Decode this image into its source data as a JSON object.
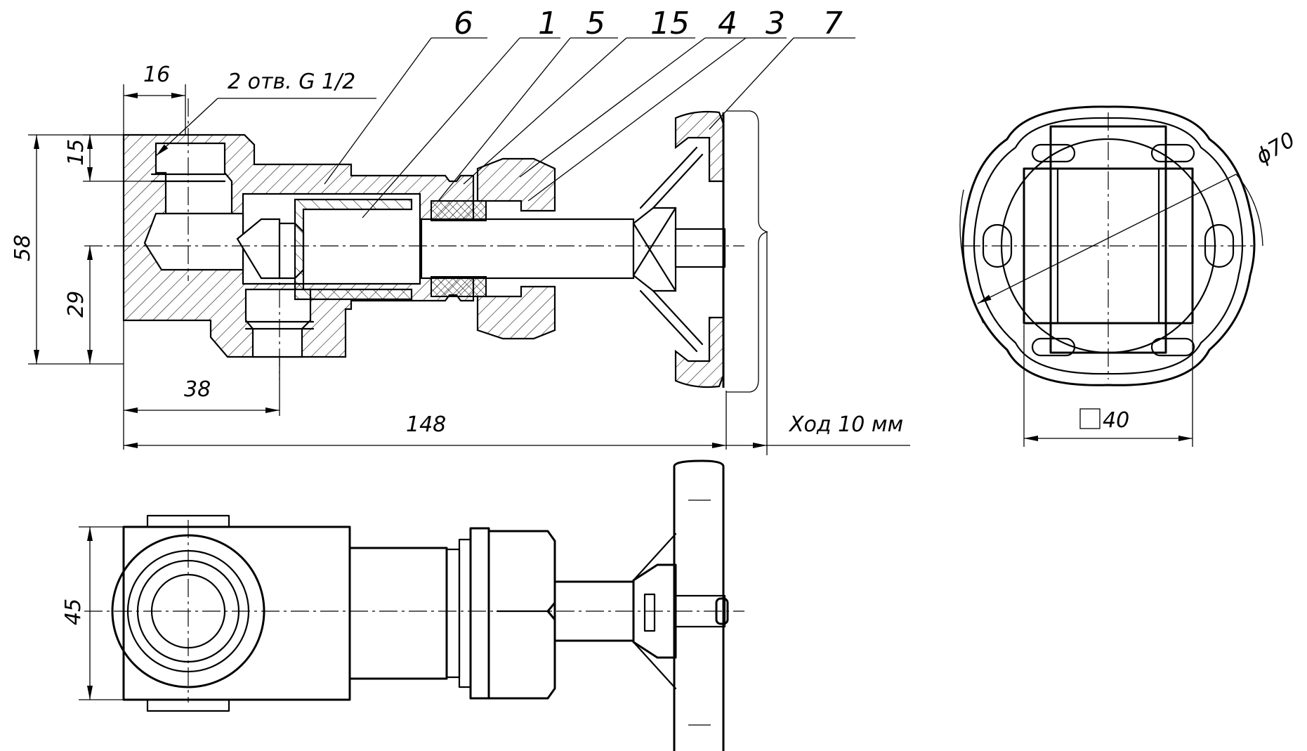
{
  "drawing": {
    "part_numbers": [
      "6",
      "1",
      "5",
      "15",
      "4",
      "3",
      "7"
    ],
    "dimensions": {
      "d16": "16",
      "holes_note": "2 отв. G 1/2",
      "d15": "15",
      "d58": "58",
      "d29": "29",
      "d38": "38",
      "d148": "148",
      "stroke_note": "Ход 10 мм",
      "d45": "45",
      "phi70": "ϕ70",
      "sq40": "40"
    }
  }
}
